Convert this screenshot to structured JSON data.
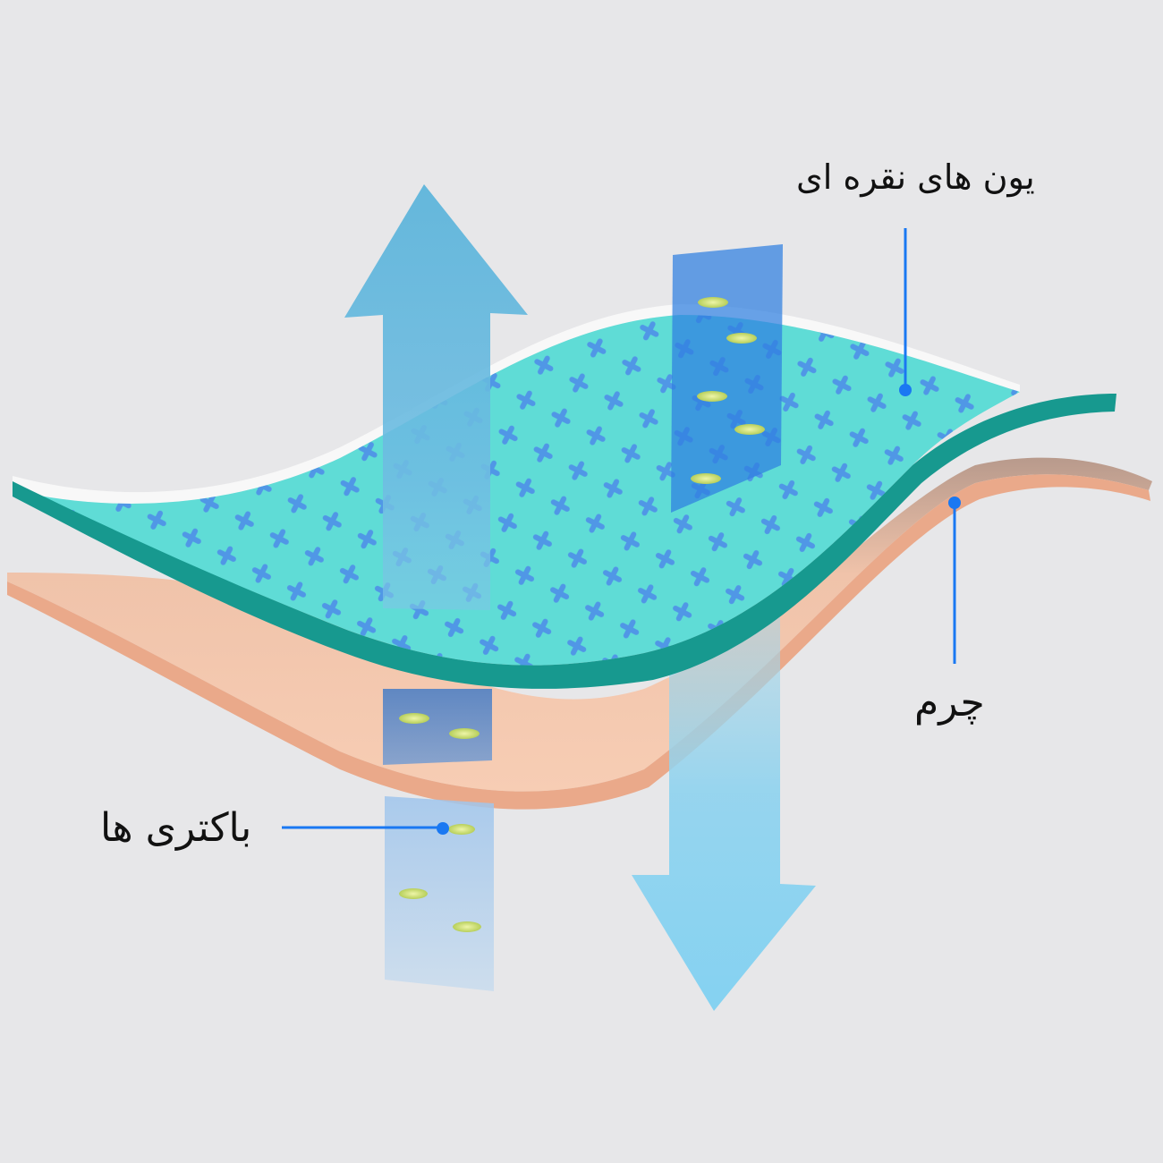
{
  "diagram": {
    "title": "Silver-ion antibacterial layer over leather",
    "labels": {
      "silver_ions": "یون های نقره ای",
      "leather": "چرم",
      "bacteria": "باکتری ها"
    },
    "elements": {
      "top_layer": "silver-ion coated layer (teal with blue crosses)",
      "bottom_layer": "leather layer (peach)",
      "up_arrow": "upward airflow arrow",
      "down_arrow": "downward airflow arrow",
      "bacteria_column_top": "bacteria captured in silver-ion layer",
      "bacteria_column_bottom": "bacteria passing through leather"
    },
    "colors": {
      "background": "#e7e7e9",
      "teal_surface": "#5fdcd6",
      "teal_edge": "#17998f",
      "cross": "#4f8fe8",
      "leather": "#f6cbb2",
      "leather_edge": "#eaa98a",
      "arrow_up": "#5ab4dc",
      "arrow_down": "#7fd0f0",
      "panel_blue": "#2f7fe0",
      "leader": "#1a78f2",
      "bacteria": "#d9e98a"
    }
  }
}
